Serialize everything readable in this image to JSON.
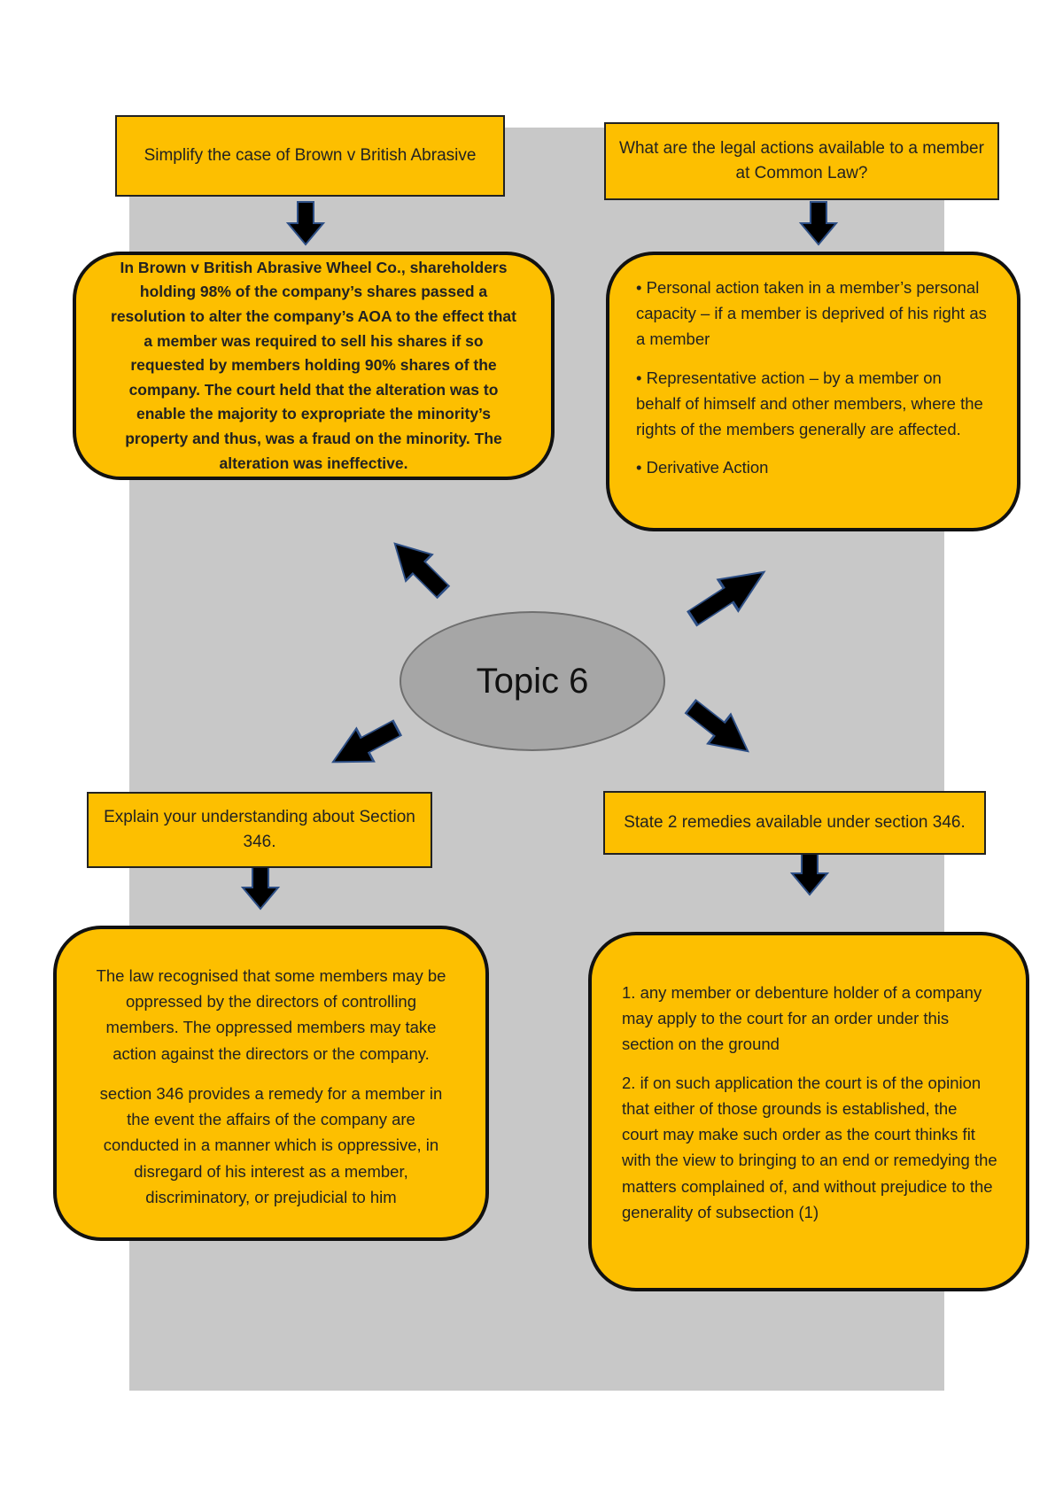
{
  "center": {
    "label": "Topic 6"
  },
  "questions": {
    "top_left": "Simplify the case of Brown v British Abrasive",
    "top_right": "What are the legal actions available to a member at Common Law?",
    "bottom_left": "Explain your understanding about Section 346.",
    "bottom_right": "State 2 remedies available under section 346."
  },
  "answers": {
    "top_left": "In Brown v British Abrasive Wheel Co., shareholders holding 98% of the company’s shares passed a resolution to alter the company’s AOA to the effect that a member was required to sell his shares if so requested by members holding 90% shares of the company. The court held that the alteration was to enable the majority to expropriate the minority’s property and thus, was a fraud on the minority. The alteration was ineffective.",
    "top_right": [
      "• Personal action taken in a member’s personal capacity – if a member is deprived of his right as a member",
      "• Representative action – by a member on behalf of himself and other members, where the rights of the members generally are affected.",
      "• Derivative Action"
    ],
    "bottom_left": [
      "The law recognised that some members may be oppressed by the directors of controlling members. The oppressed members may take action against the directors or the company.",
      "section 346 provides a remedy for a member in the event the affairs of the company are conducted in a manner which is oppressive, in disregard of his interest as a member, discriminatory, or prejudicial to him"
    ],
    "bottom_right": [
      "1. any member or debenture holder of a company may apply to the court for an order under this section on the ground",
      "2. if on such application the court is of the opinion that either of those grounds is established, the court may make such order as the court thinks fit with the view to bringing to an end or remedying the matters complained of, and without prejudice to the generality of subsection (1)"
    ]
  },
  "colors": {
    "box_fill": "#fdbf00",
    "panel": "#c8c8c8",
    "ellipse": "#a6a6a6",
    "arrow": "#000000"
  }
}
